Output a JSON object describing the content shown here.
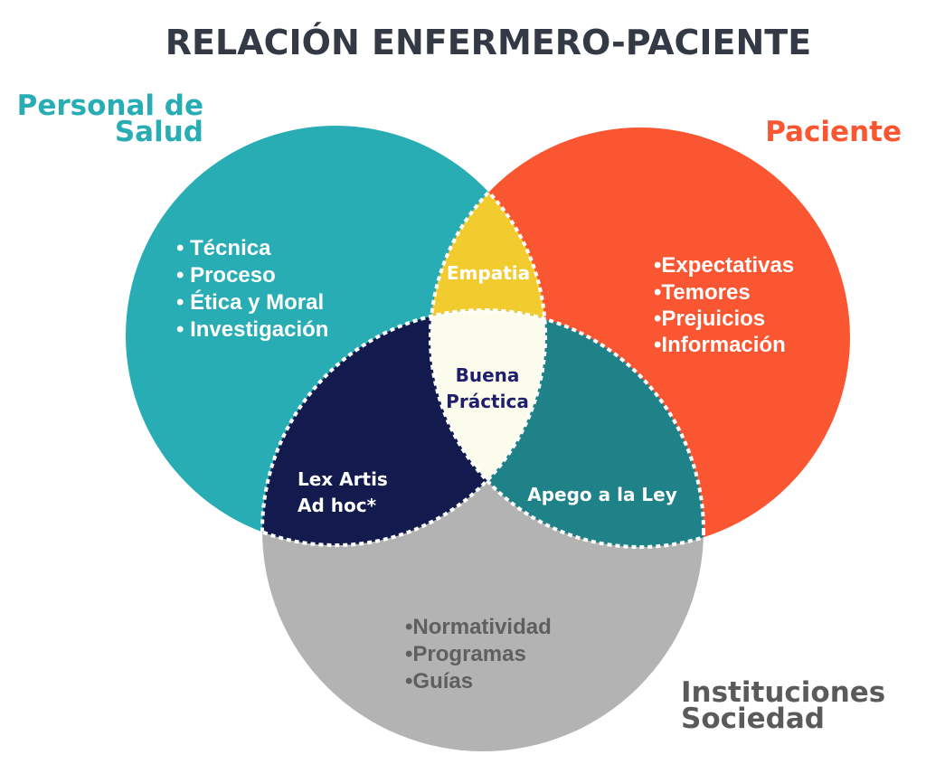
{
  "title": "RELACIÓN ENFERMERO-PACIENTE",
  "sets": {
    "personal": {
      "label_line1": "Personal de",
      "label_line2": "Salud",
      "color": "#29adb4",
      "items": [
        "• Técnica",
        "• Proceso",
        "• Ética y Moral",
        "• Investigación"
      ]
    },
    "paciente": {
      "label": "Paciente",
      "color": "#fa5631",
      "items": [
        "•Expectativas",
        "•Temores",
        "•Prejuicios",
        "•Información"
      ]
    },
    "instituciones": {
      "label_line1": "Instituciones",
      "label_line2": "Sociedad",
      "color": "#b3b3b3",
      "label_color": "#5a5a5a",
      "items": [
        "•Normatividad",
        "•Programas",
        "•Guías"
      ]
    }
  },
  "intersections": {
    "empatia": {
      "label": "Empatia",
      "color": "#f2cb2e"
    },
    "lex_artis": {
      "line1": "Lex Artis",
      "line2": "Ad hoc*",
      "color": "#121a4e"
    },
    "apego": {
      "label": "Apego a la Ley",
      "color": "#1e8288"
    },
    "buena_practica": {
      "line1": "Buena",
      "line2": "Práctica",
      "color": "#fcfcec",
      "text_color": "#1f1f6e"
    }
  }
}
